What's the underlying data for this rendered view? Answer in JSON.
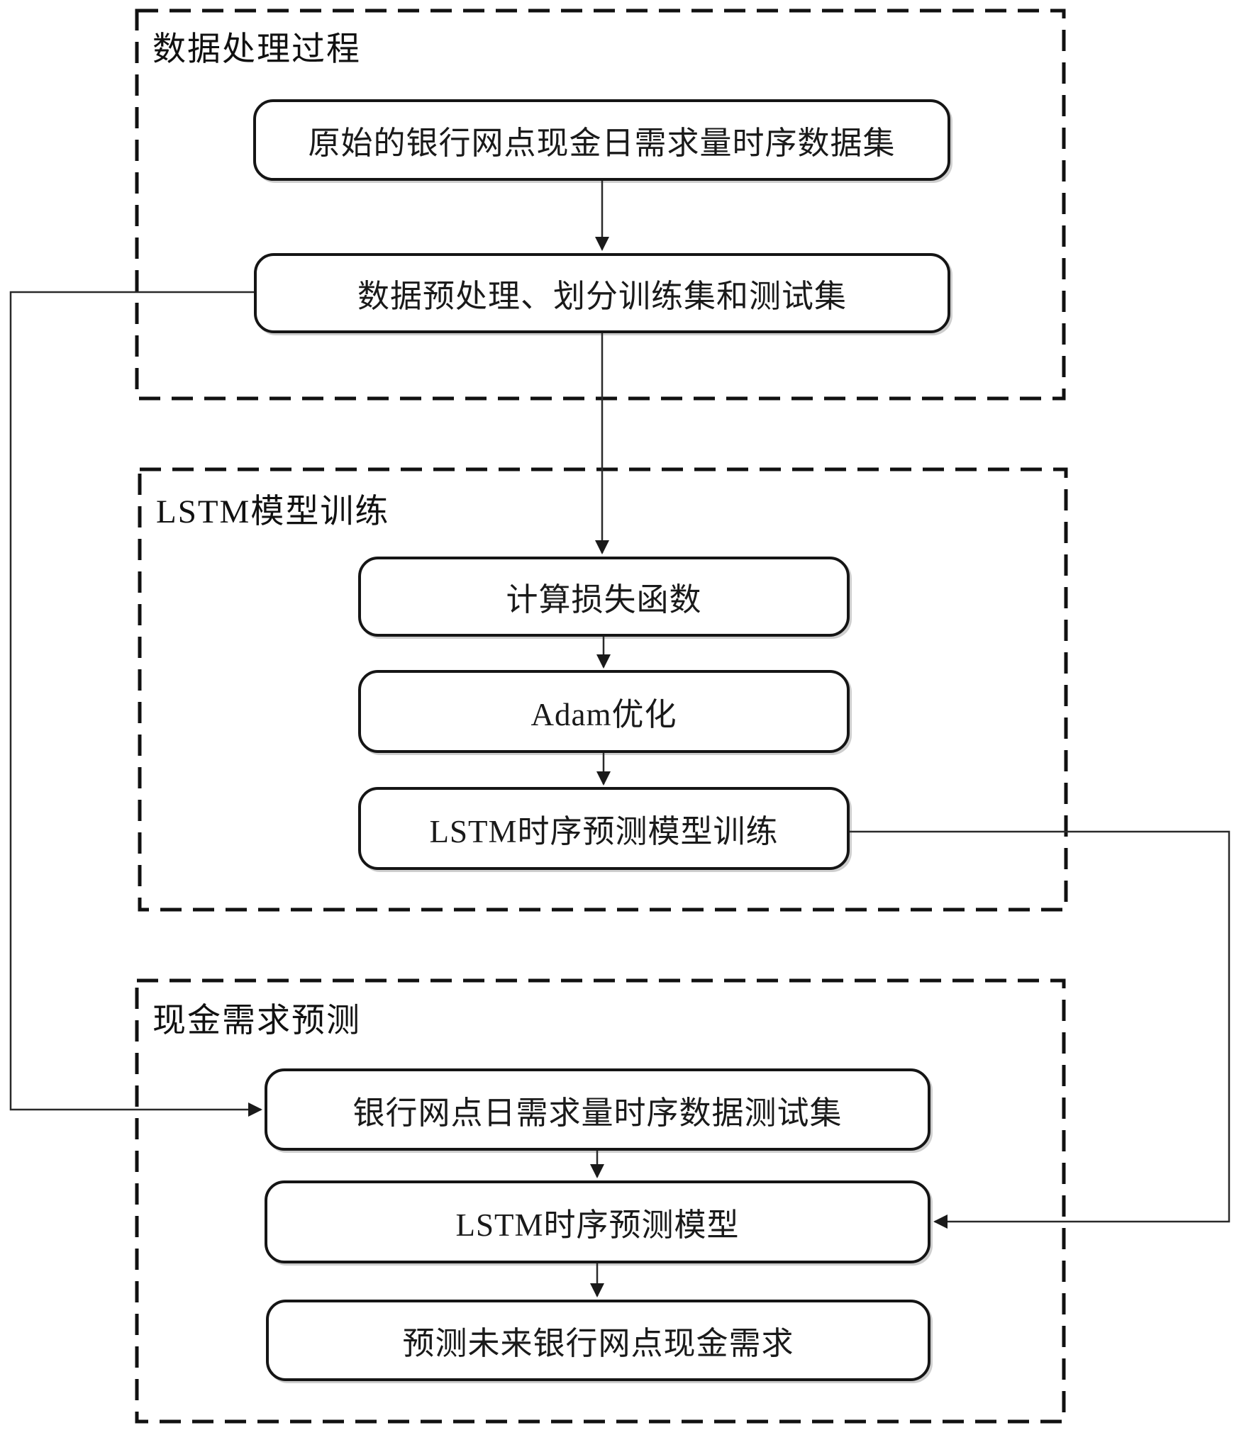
{
  "sections": [
    {
      "label": "数据处理过程",
      "boxes": [
        "原始的银行网点现金日需求量时序数据集",
        "数据预处理、划分训练集和测试集"
      ]
    },
    {
      "label": "LSTM模型训练",
      "boxes": [
        "计算损失函数",
        "Adam优化",
        "LSTM时序预测模型训练"
      ]
    },
    {
      "label": "现金需求预测",
      "boxes": [
        "银行网点日需求量时序数据测试集",
        "LSTM时序预测模型",
        "预测未来银行网点现金需求"
      ]
    }
  ],
  "colors": {
    "line": "#1a1a1a",
    "background": "#ffffff",
    "text": "#111111"
  }
}
